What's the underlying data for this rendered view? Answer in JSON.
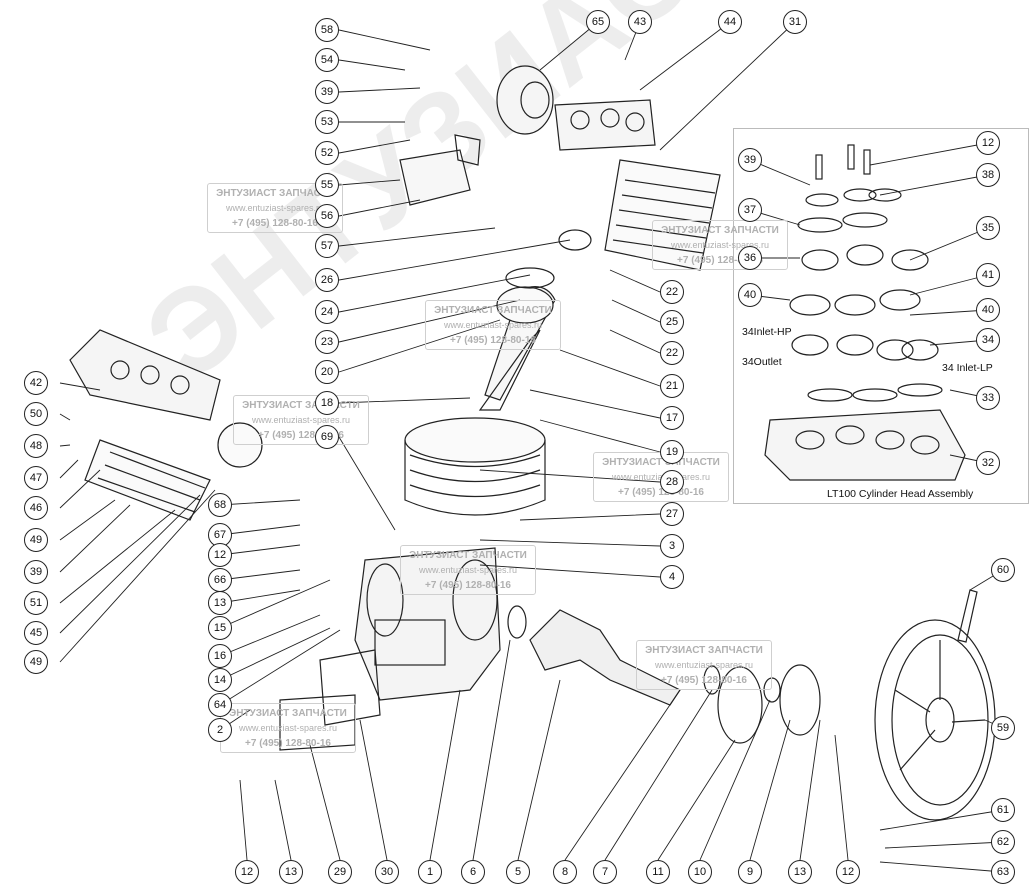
{
  "diagram": {
    "inset_caption": "LT100 Cylinder Head Assembly",
    "inset_labels": {
      "inlet_hp": "34Inlet-HP",
      "outlet": "34Outlet",
      "inlet_lp": "34 Inlet-LP"
    },
    "watermark": {
      "title": "ЭНТУЗИАСТ ЗАПЧАСТИ",
      "site": "www.entuziast-spares.ru",
      "phone": "+7 (495) 128-80-16"
    },
    "big_watermark": "ЭНТУЗИАСТ ®",
    "callouts": [
      "58",
      "54",
      "39",
      "53",
      "52",
      "55",
      "56",
      "57",
      "65",
      "43",
      "44",
      "31",
      "26",
      "24",
      "23",
      "20",
      "18",
      "69",
      "22",
      "25",
      "22",
      "21",
      "17",
      "19",
      "28",
      "27",
      "3",
      "4",
      "42",
      "50",
      "48",
      "47",
      "46",
      "49",
      "39",
      "51",
      "45",
      "49",
      "68",
      "67",
      "12",
      "66",
      "13",
      "15",
      "16",
      "14",
      "64",
      "2",
      "12",
      "13",
      "29",
      "30",
      "1",
      "6",
      "5",
      "8",
      "7",
      "11",
      "10",
      "9",
      "13",
      "12",
      "60",
      "59",
      "61",
      "62",
      "63",
      "12",
      "39",
      "38",
      "37",
      "36",
      "35",
      "41",
      "40",
      "40",
      "34",
      "33",
      "32"
    ]
  }
}
